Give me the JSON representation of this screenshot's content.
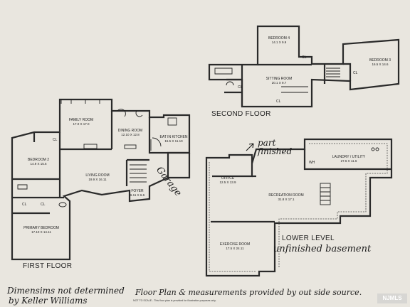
{
  "first_floor": {
    "title": "FIRST FLOOR",
    "rooms": {
      "family": {
        "name": "FAMILY ROOM",
        "dims": "17.0 X 17.0"
      },
      "dining": {
        "name": "DINING ROOM",
        "dims": "12.10 X 12.8"
      },
      "kitchen": {
        "name": "EAT IN KITCHEN",
        "dims": "15.5 X 11.10"
      },
      "bedroom2": {
        "name": "BEDROOM 2",
        "dims": "14.9 X 15.6"
      },
      "living": {
        "name": "LIVING ROOM",
        "dims": "19.9 X 16.11"
      },
      "foyer": {
        "name": "FOYER",
        "dims": "6.11 X 6.6"
      },
      "primary": {
        "name": "PRIMARY BEDROOM",
        "dims": "17.10 X 14.11"
      }
    },
    "closet": "CL"
  },
  "second_floor": {
    "title": "SECOND FLOOR",
    "rooms": {
      "bedroom4": {
        "name": "BEDROOM 4",
        "dims": "14.1 X 9.9"
      },
      "bedroom3": {
        "name": "BEDROOM 3",
        "dims": "16.5 X 14.6"
      },
      "sitting": {
        "name": "SITTING ROOM",
        "dims": "20.1 X 9.7"
      }
    }
  },
  "lower_level": {
    "title": "LOWER LEVEL",
    "rooms": {
      "office": {
        "name": "OFFICE",
        "dims": "12.5 X 13.9"
      },
      "recreation": {
        "name": "RECREATION ROOM",
        "dims": "31.8 X 17.1"
      },
      "laundry": {
        "name": "LAUNDRY / UTILITY",
        "dims": "27.6 X 11.6"
      },
      "exercise": {
        "name": "EXERCISE ROOM",
        "dims": "17.5 X 24.11"
      }
    },
    "wh": "WH"
  },
  "handwritten": {
    "garage": "Garage",
    "part_finished": "part finished",
    "unfinished": "unfinished basement",
    "dims_note_1": "Dimensims not determined",
    "dims_note_2": "by Keller Williams",
    "source_note": "Floor Plan & measurements provided by out side source."
  },
  "footer_note": "NOT TO SCALE - This floor plan is provided for illustration purposes only.",
  "watermark": "NJMLS"
}
